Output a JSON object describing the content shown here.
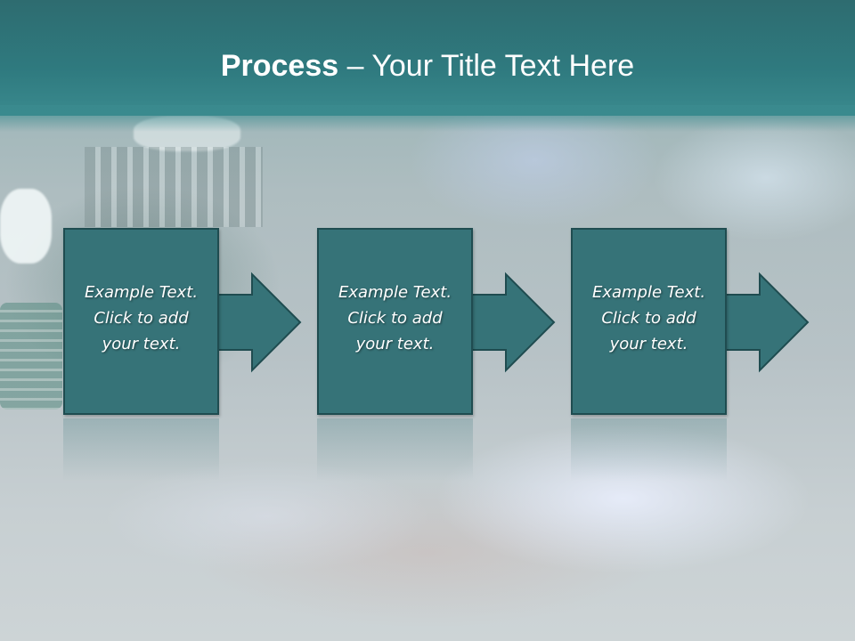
{
  "slide": {
    "title_bold": "Process",
    "title_rest": " – Your Title Text Here"
  },
  "steps": [
    {
      "text": "Example Text.\nClick  to add\nyour text."
    },
    {
      "text": "Example Text.\nClick  to add\nyour text."
    },
    {
      "text": "Example Text.\nClick  to add\nyour text."
    }
  ],
  "colors": {
    "header": "#2f7a7f",
    "box_fill": "#367378",
    "box_border": "#1f4c50",
    "text": "#ffffff"
  }
}
